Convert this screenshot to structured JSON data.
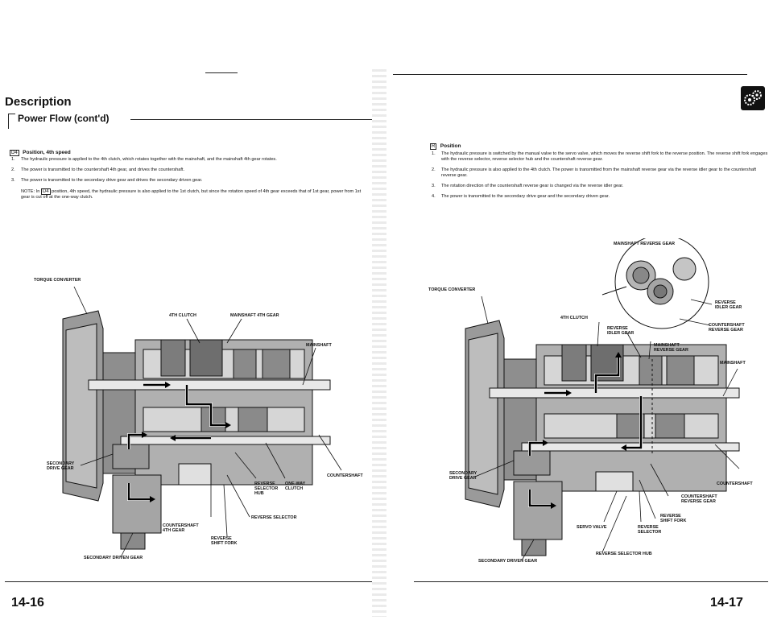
{
  "left": {
    "title": "Description",
    "subtitle": "Power Flow (cont'd)",
    "position_badge": "D4",
    "position_heading": "Position, 4th speed",
    "steps": [
      {
        "num": "1.",
        "text": "The hydraulic pressure is applied to the 4th clutch, which rotates together with the mainshaft, and the mainshaft 4th gear rotates."
      },
      {
        "num": "2.",
        "text": "The power is transmitted to the countershaft 4th gear, and drives the countershaft."
      },
      {
        "num": "3.",
        "text": "The power is transmitted to the secondary drive gear and drives the secondary driven gear."
      }
    ],
    "note_prefix": "NOTE: In",
    "note_badge": "D4",
    "note_text": "position, 4th speed, the hydraulic pressure is also applied to the 1st clutch, but since the rotation speed of 4th gear exceeds that of 1st gear, power from 1st gear is cut off at the one-way clutch.",
    "labels": {
      "torque_converter": "TORQUE CONVERTER",
      "fourth_clutch": "4TH CLUTCH",
      "mainshaft_4th_gear": "MAINSHAFT 4TH GEAR",
      "mainshaft": "MAINSHAFT",
      "secondary_drive_gear_1": "SECONDARY",
      "secondary_drive_gear_2": "DRIVE GEAR",
      "countershaft": "COUNTERSHAFT",
      "reverse_selector_hub_1": "REVERSE",
      "reverse_selector_hub_2": "SELECTOR",
      "reverse_selector_hub_3": "HUB",
      "one_way_clutch_1": "ONE-WAY",
      "one_way_clutch_2": "CLUTCH",
      "reverse_selector": "REVERSE SELECTOR",
      "countershaft_4th_gear_1": "COUNTERSHAFT",
      "countershaft_4th_gear_2": "4TH GEAR",
      "reverse_shift_fork_1": "REVERSE",
      "reverse_shift_fork_2": "SHIFT FORK",
      "secondary_driven_gear": "SECONDARY DRIVEN GEAR"
    },
    "page_number": "14-16"
  },
  "right": {
    "position_badge": "R",
    "position_heading": "Position",
    "steps": [
      {
        "num": "1.",
        "text": "The hydraulic pressure is switched by the manual valve to the servo valve, which moves the reverse shift fork to the reverse position. The reverse shift fork engages with the reverse selector, reverse selector hub and the countershaft reverse gear."
      },
      {
        "num": "2.",
        "text": "The hydraulic pressure is also applied to the 4th clutch. The power is transmitted from the mainshaft reverse gear via the reverse idler gear to the countershaft reverse gear."
      },
      {
        "num": "3.",
        "text": "The rotation direction of the countershaft reverse gear is changed via the reverse idler gear."
      },
      {
        "num": "4.",
        "text": "The power is transmitted to the secondary drive gear and the secondary driven gear."
      }
    ],
    "labels": {
      "mainshaft_reverse_gear": "MAINSHAFT REVERSE GEAR",
      "torque_converter": "TORQUE CONVERTER",
      "reverse_idler_gear_top_1": "REVERSE",
      "reverse_idler_gear_top_2": "IDLER GEAR",
      "fourth_clutch": "4TH CLUTCH",
      "reverse_idler_gear_1": "REVERSE",
      "reverse_idler_gear_2": "IDLER GEAR",
      "countershaft_reverse_gear_top_1": "COUNTERSHAFT",
      "countershaft_reverse_gear_top_2": "REVERSE GEAR",
      "mainshaft_reverse_gear_mid_1": "MAINSHAFT",
      "mainshaft_reverse_gear_mid_2": "REVERSE GEAR",
      "mainshaft": "MAINSHAFT",
      "secondary_drive_gear_1": "SECONDARY",
      "secondary_drive_gear_2": "DRIVE GEAR",
      "countershaft": "COUNTERSHAFT",
      "countershaft_reverse_gear_1": "COUNTERSHAFT",
      "countershaft_reverse_gear_2": "REVERSE GEAR",
      "reverse_shift_fork_1": "REVERSE",
      "reverse_shift_fork_2": "SHIFT FORK",
      "servo_valve": "SERVO VALVE",
      "reverse_selector_1": "REVERSE",
      "reverse_selector_2": "SELECTOR",
      "reverse_selector_hub": "REVERSE SELECTOR HUB",
      "secondary_driven_gear": "SECONDARY DRIVEN GEAR"
    },
    "page_number": "14-17"
  }
}
